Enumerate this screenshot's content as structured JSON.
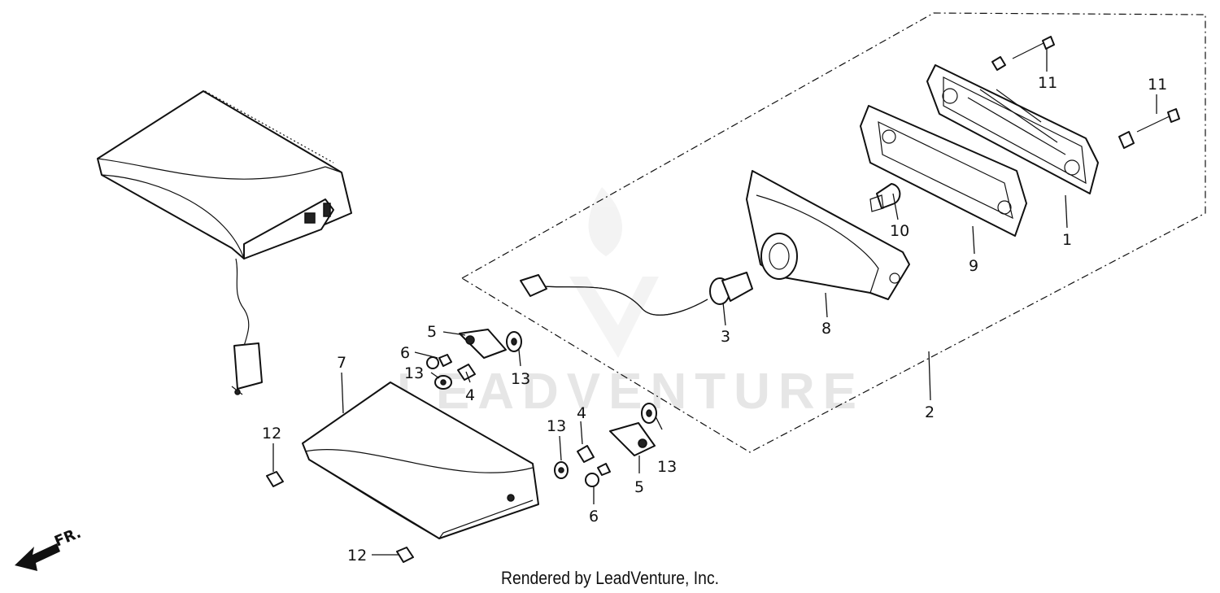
{
  "watermark": "LEADVENTURE",
  "credit": "Rendered by LeadVenture, Inc.",
  "direction_label": "FR.",
  "callouts": {
    "c1": "1",
    "c2": "2",
    "c3": "3",
    "c4a": "4",
    "c4b": "4",
    "c5a": "5",
    "c5b": "5",
    "c6a": "6",
    "c6b": "6",
    "c7": "7",
    "c8": "8",
    "c9": "9",
    "c10": "10",
    "c11a": "11",
    "c11b": "11",
    "c12a": "12",
    "c12b": "12",
    "c13a": "13",
    "c13b": "13",
    "c13c": "13",
    "c13d": "13"
  }
}
